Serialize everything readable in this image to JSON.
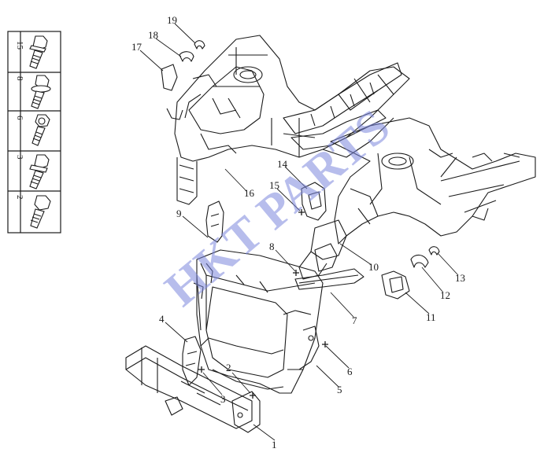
{
  "legend": {
    "items": [
      {
        "label": "15",
        "icon": "flange-bolt-icon"
      },
      {
        "label": "8",
        "icon": "washer-bolt-icon"
      },
      {
        "label": "6",
        "icon": "hex-bolt-icon"
      },
      {
        "label": "3",
        "icon": "flange-bolt-icon"
      },
      {
        "label": "2",
        "icon": "hex-bolt-icon"
      }
    ]
  },
  "callouts": {
    "n1": "1",
    "n2": "2",
    "n3": "3",
    "n4": "4",
    "n5": "5",
    "n6": "6",
    "n7": "7",
    "n8": "8",
    "n9": "9",
    "n10": "10",
    "n11": "11",
    "n12": "12",
    "n13": "13",
    "n14": "14",
    "n15": "15",
    "n16": "16",
    "n17": "17",
    "n18": "18",
    "n19": "19"
  },
  "watermark": "HKT PARTS",
  "colors": {
    "line": "#1a1a1a",
    "watermark": "#7b86dd",
    "background": "#ffffff"
  }
}
